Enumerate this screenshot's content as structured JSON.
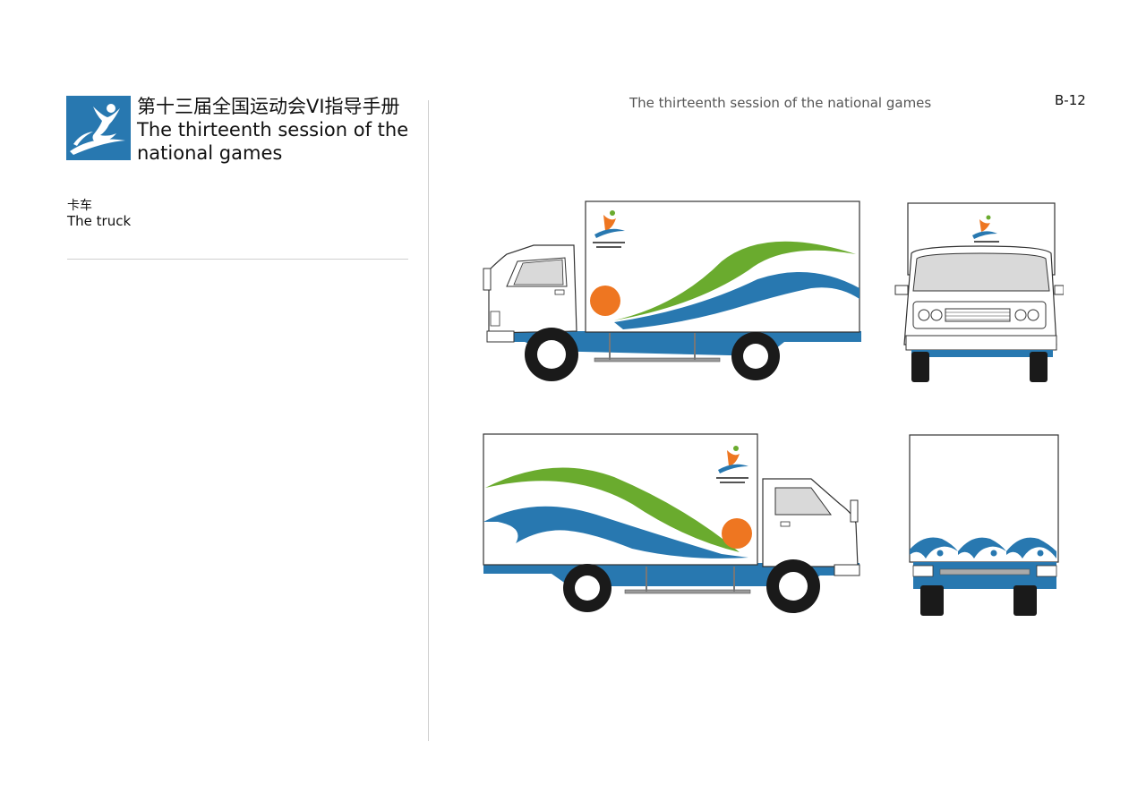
{
  "brand": {
    "title_cn": "第十三届全国运动会VI指导手册",
    "title_en_line1": "The thirteenth session of the",
    "title_en_line2": "national games"
  },
  "section": {
    "title_cn": "卡车",
    "title_en": "The truck"
  },
  "header": {
    "running_title": "The thirteenth session of the national games",
    "page_number": "B-12"
  },
  "colors": {
    "brand_blue": "#2878b0",
    "brand_green": "#6aab2e",
    "sun_orange": "#ee7621",
    "tire_black": "#1a1a1a",
    "window_gray": "#d9d9d9"
  },
  "icons": [
    "games-logo-icon"
  ]
}
